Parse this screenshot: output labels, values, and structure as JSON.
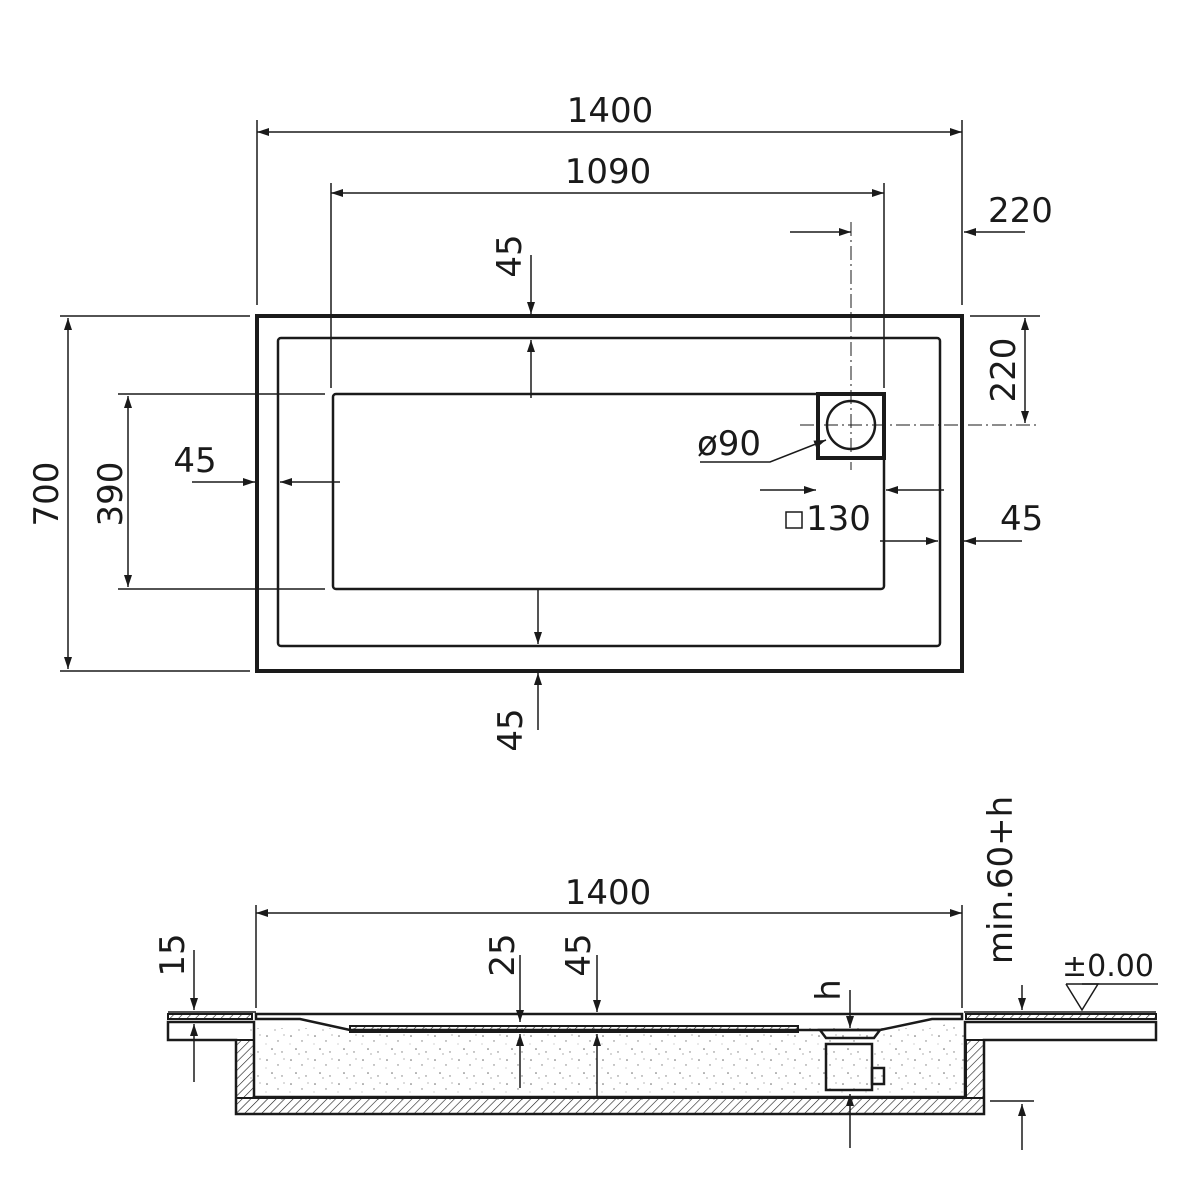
{
  "top_view": {
    "overall_length": "1400",
    "inner_length": "1090",
    "drain_offset_top_right": "220",
    "drain_offset_side": "220",
    "overall_width": "700",
    "inner_width": "390",
    "rim_left": "45",
    "rim_top": "45",
    "rim_bottom": "45",
    "rim_right": "45",
    "drain_diameter": "ø90",
    "drain_square": "130"
  },
  "section_view": {
    "overall_length": "1400",
    "floor_thickness": "15",
    "dim_25": "25",
    "dim_45": "45",
    "drain_height": "h",
    "min_depth": "min.60+h",
    "level": "±0.00"
  }
}
